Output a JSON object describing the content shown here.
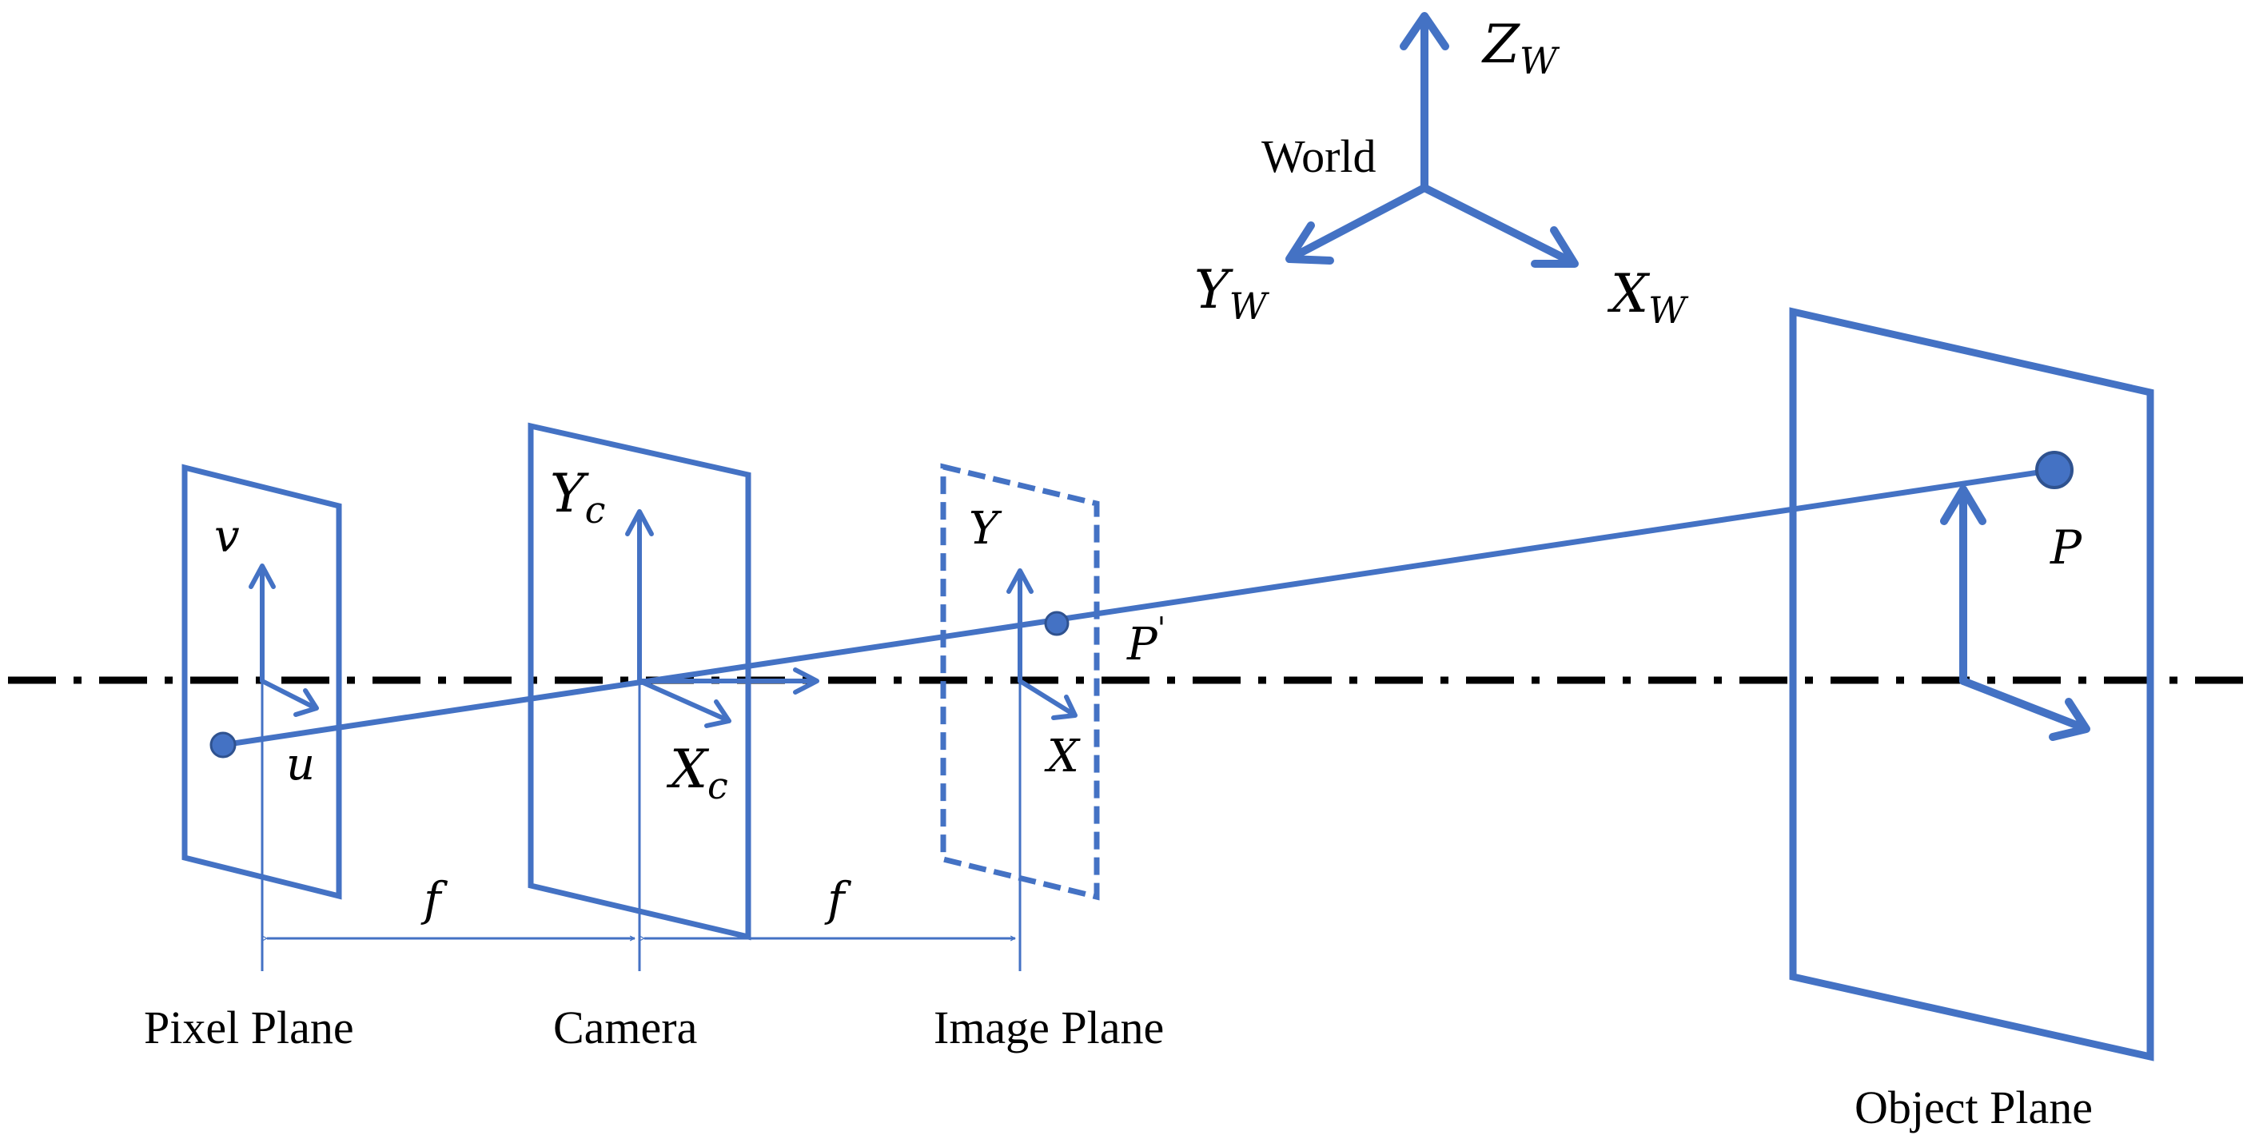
{
  "colors": {
    "accent": "#4472C4",
    "axis": "#000000",
    "text": "#000000"
  },
  "world": {
    "label": "World",
    "z_axis": {
      "main": "Z",
      "sub": "W"
    },
    "y_axis": {
      "main": "Y",
      "sub": "W"
    },
    "x_axis": {
      "main": "X",
      "sub": "W"
    }
  },
  "pixel_plane": {
    "caption": "Pixel Plane",
    "v_label": "v",
    "u_label": "u"
  },
  "camera": {
    "caption": "Camera",
    "y_axis": {
      "main": "Y",
      "sub": "c"
    },
    "x_axis": {
      "main": "X",
      "sub": "c"
    }
  },
  "image_plane": {
    "caption": "Image Plane",
    "y_label": "Y",
    "x_label": "X",
    "point_label": "P",
    "point_sup": "'"
  },
  "object_plane": {
    "caption": "Object Plane",
    "point_label": "P"
  },
  "focal": {
    "left_label": "f",
    "right_label": "f"
  }
}
